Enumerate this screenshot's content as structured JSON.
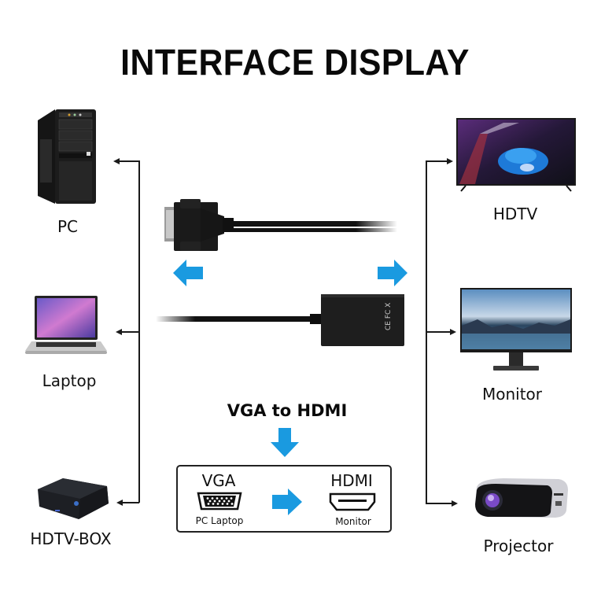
{
  "header": {
    "title": "INTERFACE DISPLAY"
  },
  "sources": [
    {
      "label": "PC",
      "icon": "pc-tower-icon"
    },
    {
      "label": "Laptop",
      "icon": "laptop-icon"
    },
    {
      "label": "HDTV-BOX",
      "icon": "tv-box-icon"
    }
  ],
  "outputs": [
    {
      "label": "HDTV",
      "icon": "tv-icon"
    },
    {
      "label": "Monitor",
      "icon": "monitor-icon"
    },
    {
      "label": "Projector",
      "icon": "projector-icon"
    }
  ],
  "product": {
    "vga_connector": "vga-connector-icon",
    "hdmi_adapter": "hdmi-adapter-icon",
    "adapter_marks": "CE FC X"
  },
  "conversion": {
    "heading": "VGA to HDMI",
    "input_label": "VGA",
    "input_sub": "PC Laptop",
    "output_label": "HDMI",
    "output_sub": "Monitor"
  },
  "colors": {
    "accent_blue": "#1a9ae0",
    "line": "#1a1a1a",
    "text": "#111111"
  }
}
